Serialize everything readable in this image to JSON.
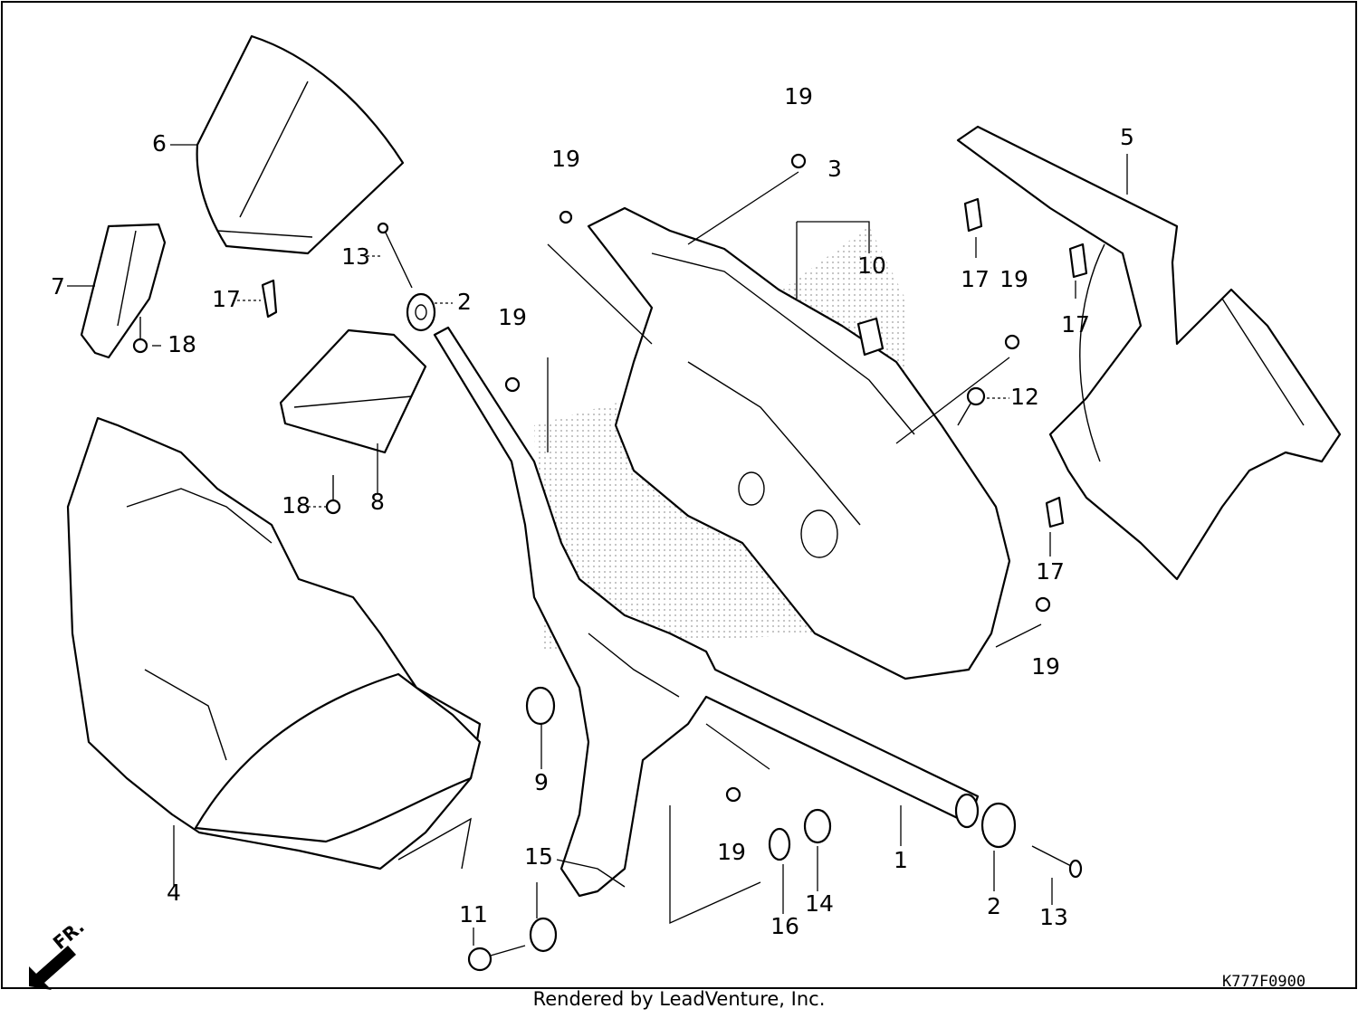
{
  "diagram": {
    "callouts": [
      "1",
      "2",
      "2",
      "3",
      "4",
      "5",
      "6",
      "7",
      "8",
      "9",
      "10",
      "11",
      "12",
      "13",
      "13",
      "14",
      "15",
      "16",
      "17",
      "17",
      "17",
      "17",
      "18",
      "18",
      "19",
      "19",
      "19",
      "19",
      "19",
      "19"
    ],
    "direction_label": "FR.",
    "diagram_code": "K777F0900",
    "credit": "Rendered by LeadVenture, Inc."
  }
}
